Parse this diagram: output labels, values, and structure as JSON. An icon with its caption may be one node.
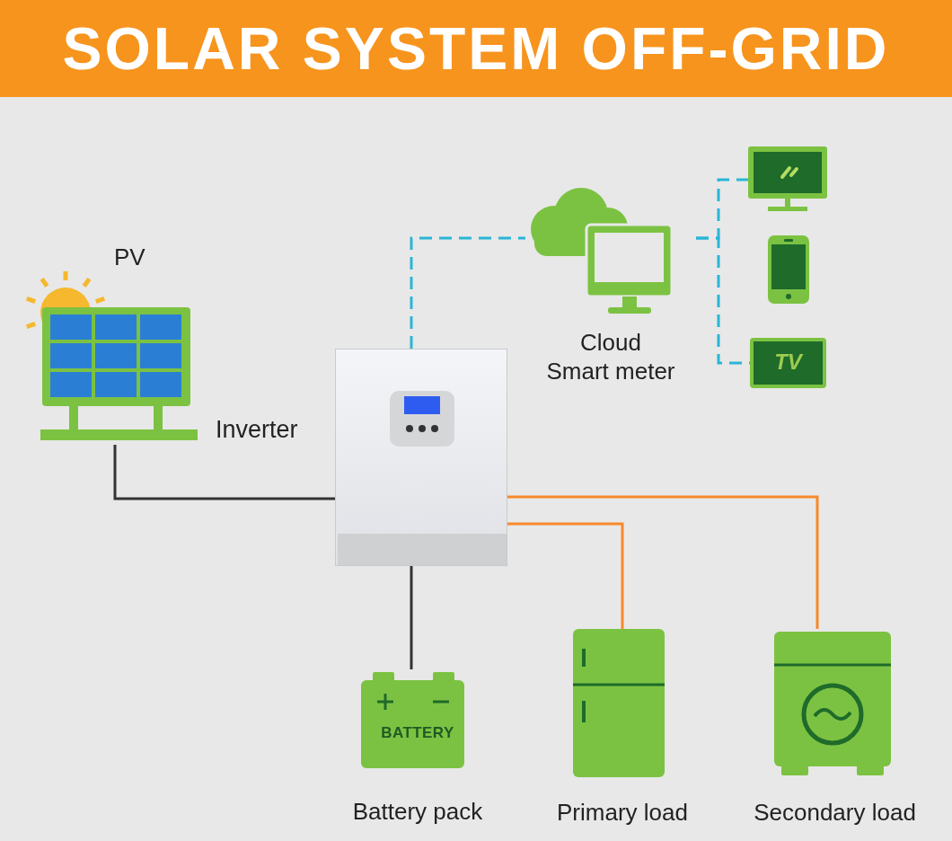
{
  "diagram": {
    "title": "SOLAR SYSTEM OFF-GRID",
    "nodes": [
      {
        "text": [
          "PV"
        ]
      },
      {
        "text": [],
        "shape": "picture"
      },
      {
        "text": [
          "Cloud",
          "Smart meter"
        ]
      },
      {
        "text": [],
        "shape": "picture"
      },
      {
        "text": [],
        "shape": "picture"
      },
      {
        "text": [
          "TV"
        ]
      },
      {
        "text": [
          "BATTERY",
          "Battery pack"
        ]
      },
      {
        "text": [
          "Primary load"
        ]
      },
      {
        "text": [
          "Secondary load"
        ]
      }
    ],
    "edges": [
      {
        "from": 0,
        "to": 1,
        "arrow": "none",
        "color": "#333333"
      },
      {
        "from": 1,
        "to": 2,
        "arrow": "none",
        "style": "dashed",
        "color": "#29b6d6"
      },
      {
        "from": 2,
        "to": 3,
        "arrow": "none",
        "style": "dashed",
        "color": "#29b6d6"
      },
      {
        "from": 2,
        "to": 5,
        "arrow": "none",
        "style": "dashed",
        "color": "#29b6d6"
      },
      {
        "from": 1,
        "to": 6,
        "arrow": "none",
        "color": "#333333"
      },
      {
        "from": 1,
        "to": 7,
        "arrow": "none",
        "color": "#f7892b"
      },
      {
        "from": 1,
        "to": 8,
        "arrow": "none",
        "color": "#f7892b"
      }
    ],
    "labels": [
      "Inverter"
    ]
  }
}
